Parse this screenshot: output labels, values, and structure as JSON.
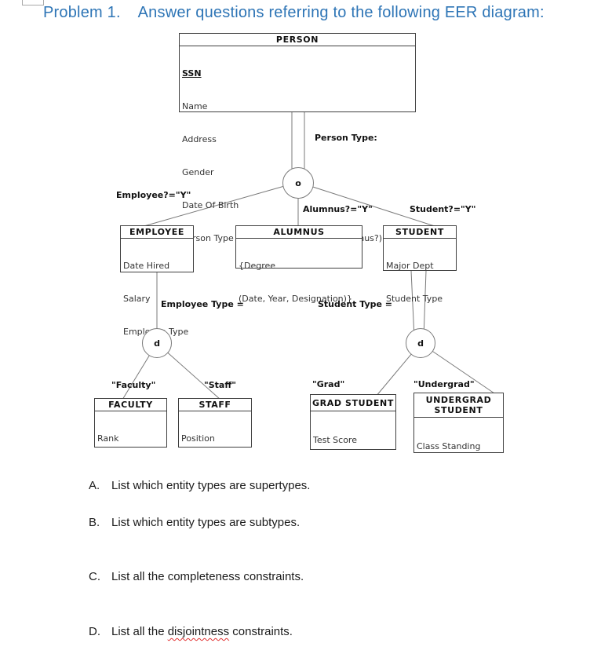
{
  "title": "Problem 1.    Answer questions referring to the following EER diagram:",
  "colors": {
    "title": "#2E75B6",
    "line": "#7a7a7a",
    "border": "#3f3f3f",
    "spellcheck": "#e03030"
  },
  "diagram": {
    "entities": {
      "person": {
        "name": "PERSON",
        "attributes": [
          "SSN",
          "Name",
          "Address",
          "Gender",
          "Date Of Birth",
          "Person Type (Employee?, Student?, Alumnus?)"
        ],
        "key_attribute": "SSN"
      },
      "employee": {
        "name": "EMPLOYEE",
        "attributes": [
          "Date Hired",
          "Salary",
          "Employee Type"
        ]
      },
      "alumnus": {
        "name": "ALUMNUS",
        "attributes": [
          "{Degree",
          "(Date, Year, Designation)}"
        ]
      },
      "student": {
        "name": "STUDENT",
        "attributes": [
          "Major Dept",
          "Student Type"
        ]
      },
      "faculty": {
        "name": "FACULTY",
        "attributes": [
          "Rank"
        ]
      },
      "staff": {
        "name": "STAFF",
        "attributes": [
          "Position"
        ]
      },
      "grad_student": {
        "name": "GRAD STUDENT",
        "attributes": [
          "Test Score"
        ]
      },
      "undergrad_student": {
        "name": "UNDERGRAD STUDENT",
        "attributes": [
          "Class Standing"
        ]
      }
    },
    "labels": {
      "person_type": "Person Type:",
      "employee_condition": "Employee?=\"Y\"",
      "alumnus_condition": "Alumnus?=\"Y\"",
      "student_condition": "Student?=\"Y\"",
      "employee_type": "Employee Type =",
      "student_type": "Student Type =",
      "faculty_value": "\"Faculty\"",
      "staff_value": "\"Staff\"",
      "grad_value": "\"Grad\"",
      "undergrad_value": "\"Undergrad\""
    },
    "circles": {
      "overlap": "o",
      "disjoint_employee": "d",
      "disjoint_student": "d"
    }
  },
  "questions": [
    {
      "label": "A.",
      "text": "List which entity types are supertypes."
    },
    {
      "label": "B.",
      "text": "List which entity types are subtypes."
    },
    {
      "label": "C.",
      "text": "List all the completeness constraints."
    },
    {
      "label": "D.",
      "text_before": "List all the ",
      "text_misspelled": "disjointness",
      "text_after": " constraints."
    }
  ]
}
